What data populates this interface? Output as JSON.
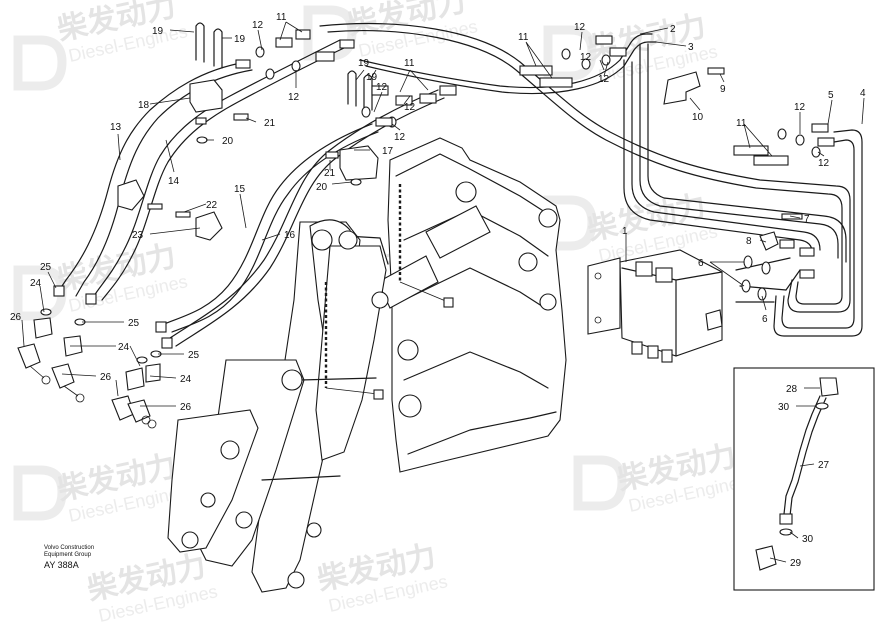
{
  "watermark": {
    "brand": "柴发动力",
    "sub": "Diesel-Engines"
  },
  "caption": {
    "line1": "Volvo Construction",
    "line2": "Equipment Group",
    "code": "AY 388A"
  },
  "callouts": {
    "c1": "1",
    "c2": "2",
    "c3": "3",
    "c4": "4",
    "c5": "5",
    "c6a": "6",
    "c6b": "6",
    "c7": "7",
    "c8": "8",
    "c9": "9",
    "c10": "10",
    "c11a": "11",
    "c11b": "11",
    "c11c": "11",
    "c11d": "11",
    "c12a": "12",
    "c12b": "12",
    "c12c": "12",
    "c12d": "12",
    "c12e": "12",
    "c12f": "12",
    "c12g": "12",
    "c12h": "12",
    "c12i": "12",
    "c13": "13",
    "c14": "14",
    "c15": "15",
    "c16": "16",
    "c17": "17",
    "c18": "18",
    "c19a": "19",
    "c19b": "19",
    "c19c": "19",
    "c19d": "19",
    "c20a": "20",
    "c20b": "20",
    "c21a": "21",
    "c21b": "21",
    "c22": "22",
    "c23": "23",
    "c24a": "24",
    "c24b": "24",
    "c24c": "24",
    "c25a": "25",
    "c25b": "25",
    "c25c": "25",
    "c26a": "26",
    "c26b": "26",
    "c26c": "26",
    "c27": "27",
    "c28": "28",
    "c29": "29",
    "c30a": "30",
    "c30b": "30"
  }
}
